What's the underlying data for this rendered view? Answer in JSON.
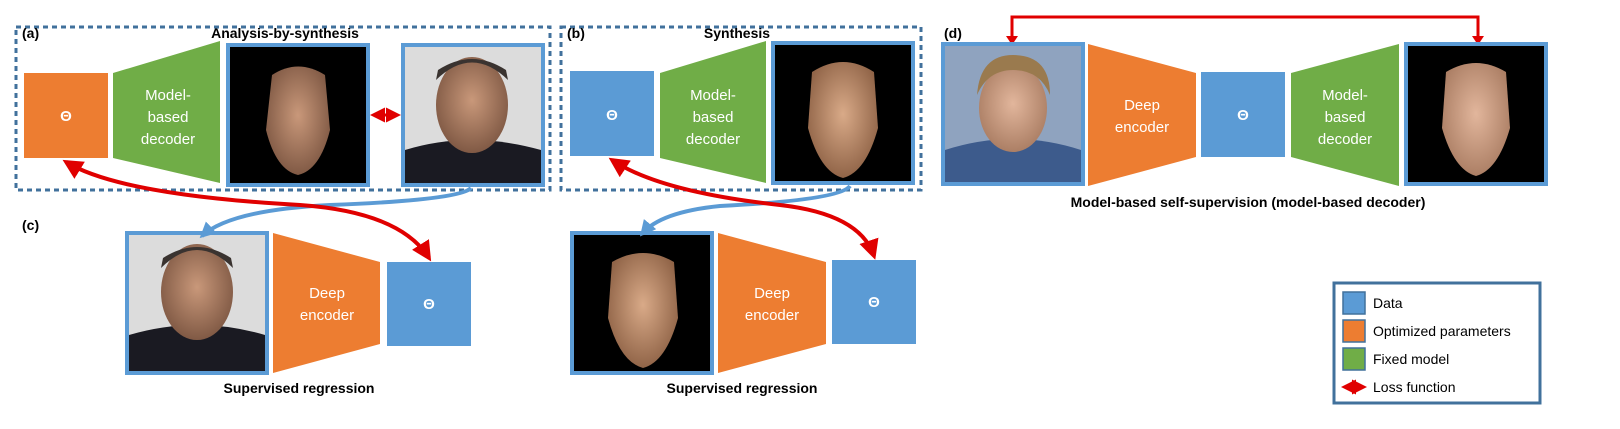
{
  "colors": {
    "data": "#5b9bd5",
    "optimized": "#ed7d31",
    "fixed": "#70ad47",
    "loss": "#e00000",
    "dashed_border": "#41719c",
    "frame": "#5b9bd5",
    "legend_border": "#41719c"
  },
  "panels": {
    "a": {
      "label": "(a)",
      "title": "Analysis-by-synthesis",
      "theta": "Θ",
      "decoder": "Model-based decoder"
    },
    "b": {
      "label": "(b)",
      "title": "Synthesis",
      "theta": "Θ",
      "decoder": "Model-based decoder"
    },
    "c": {
      "label": "(c)",
      "left_encoder": "Deep encoder",
      "left_theta": "Θ",
      "left_caption": "Supervised regression",
      "right_encoder": "Deep encoder",
      "right_theta": "Θ",
      "right_caption": "Supervised regression"
    },
    "d": {
      "label": "(d)",
      "encoder": "Deep encoder",
      "theta": "Θ",
      "decoder": "Model-based decoder",
      "caption": "Model-based self-supervision (model-based decoder)"
    }
  },
  "legend": {
    "items": [
      {
        "label": "Data",
        "kind": "data"
      },
      {
        "label": "Optimized parameters",
        "kind": "optimized"
      },
      {
        "label": "Fixed model",
        "kind": "fixed"
      },
      {
        "label": "Loss function",
        "kind": "loss"
      }
    ]
  }
}
